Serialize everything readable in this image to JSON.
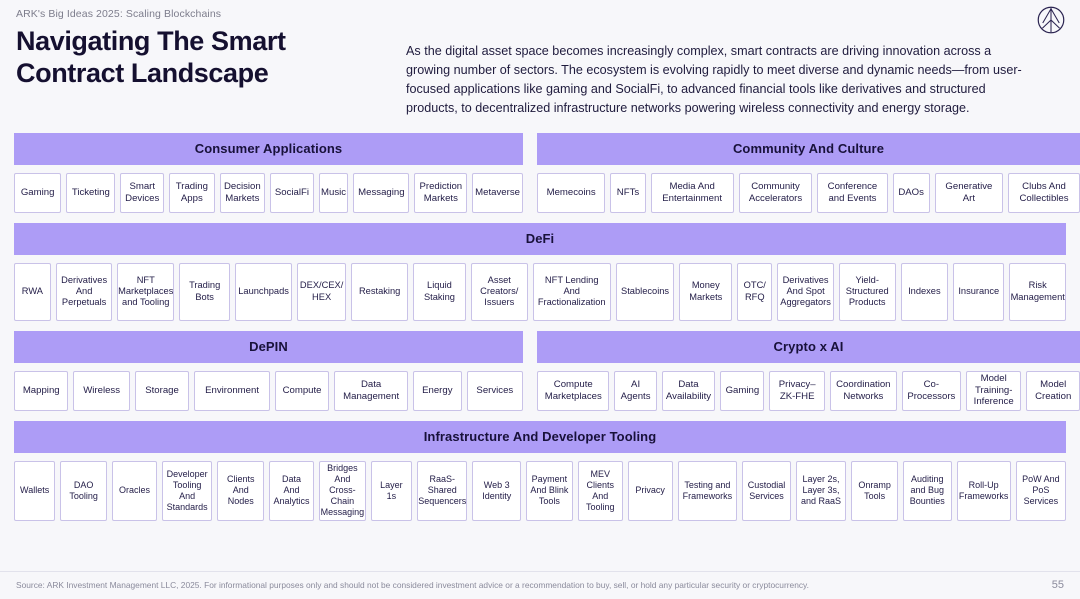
{
  "header": {
    "eyebrow": "ARK's Big Ideas 2025: Scaling Blockchains",
    "title_line1": "Navigating The Smart",
    "title_line2": "Contract Landscape",
    "intro": "As the digital asset space becomes increasingly complex, smart contracts are driving innovation across a growing number of sectors. The ecosystem is evolving rapidly to meet diverse and dynamic needs—from user-focused applications like gaming and SocialFi, to advanced financial tools like derivatives and structured products, to decentralized infrastructure networks powering wireless connectivity and energy storage.",
    "logo_label": "ark-logo"
  },
  "colors": {
    "band_purple": "#ad9cf6",
    "tile_border": "#c9c2e8",
    "background": "#f7f7fa",
    "text_dark": "#18113a",
    "muted": "#8b8b9c"
  },
  "sections": {
    "consumer": {
      "title": "Consumer Applications",
      "tiles": [
        "Gaming",
        "Ticketing",
        "Smart Devices",
        "Trading Apps",
        "Decision Markets",
        "SocialFi",
        "Music",
        "Messaging",
        "Prediction Markets",
        "Metaverse"
      ],
      "widths": [
        52,
        54,
        48,
        50,
        50,
        48,
        32,
        62,
        58,
        56
      ]
    },
    "community": {
      "title": "Community And Culture",
      "tiles": [
        "Memecoins",
        "NFTs",
        "Media And Entertainment",
        "Community Accelerators",
        "Conference and Events",
        "DAOs",
        "Generative Art",
        "Clubs And Collectibles"
      ],
      "widths": [
        74,
        38,
        90,
        80,
        76,
        40,
        74,
        78
      ]
    },
    "defi": {
      "title": "DeFi",
      "tiles": [
        "RWA",
        "Derivatives And Perpetuals",
        "NFT Marketplaces and Tooling",
        "Trading Bots",
        "Launchpads",
        "DEX/CEX/ HEX",
        "Restaking",
        "Liquid Staking",
        "Asset Creators/ Issuers",
        "NFT Lending And Fractionalization",
        "Stablecoins",
        "Money Markets",
        "OTC/ RFQ",
        "Derivatives And Spot Aggregators",
        "Yield-Structured Products",
        "Indexes",
        "Insurance",
        "Risk Management"
      ],
      "widths": [
        40,
        62,
        62,
        56,
        62,
        54,
        62,
        58,
        62,
        86,
        64,
        58,
        38,
        62,
        62,
        52,
        56,
        62
      ]
    },
    "depin": {
      "title": "DePIN",
      "tiles": [
        "Mapping",
        "Wireless",
        "Storage",
        "Environment",
        "Compute",
        "Data Management",
        "Energy",
        "Services"
      ],
      "widths": [
        56,
        58,
        56,
        78,
        56,
        76,
        50,
        58
      ]
    },
    "cryptoai": {
      "title": "Crypto x AI",
      "tiles": [
        "Compute Marketplaces",
        "AI Agents",
        "Data Availability",
        "Gaming",
        "Privacy– ZK-FHE",
        "Coordination Networks",
        "Co-Processors",
        "Model Training-Inference",
        "Model Creation"
      ],
      "widths": [
        76,
        44,
        56,
        46,
        58,
        70,
        62,
        58,
        56
      ]
    },
    "infrastructure": {
      "title": "Infrastructure And Developer Tooling",
      "tiles": [
        "Wallets",
        "DAO Tooling",
        "Oracles",
        "Developer Tooling And Standards",
        "Clients And Nodes",
        "Data And Analytics",
        "Bridges And Cross-Chain Messaging",
        "Layer 1s",
        "RaaS-Shared Sequencers",
        "Web 3 Identity",
        "Payment And Blink Tools",
        "MEV Clients And Tooling",
        "Privacy",
        "Testing and Frameworks",
        "Custodial Services",
        "Layer 2s, Layer 3s, and RaaS",
        "Onramp Tools",
        "Auditing and Bug Bounties",
        "Roll-Up Frameworks",
        "PoW And PoS Services"
      ],
      "widths": [
        44,
        50,
        48,
        54,
        50,
        48,
        50,
        44,
        54,
        52,
        50,
        48,
        48,
        64,
        52,
        54,
        50,
        52,
        58,
        54
      ]
    }
  },
  "footer": {
    "source": "Source: ARK Investment Management LLC, 2025. For informational purposes only and should not be considered investment advice or a recommendation to buy, sell, or hold any particular security or cryptocurrency.",
    "page_number": "55"
  }
}
